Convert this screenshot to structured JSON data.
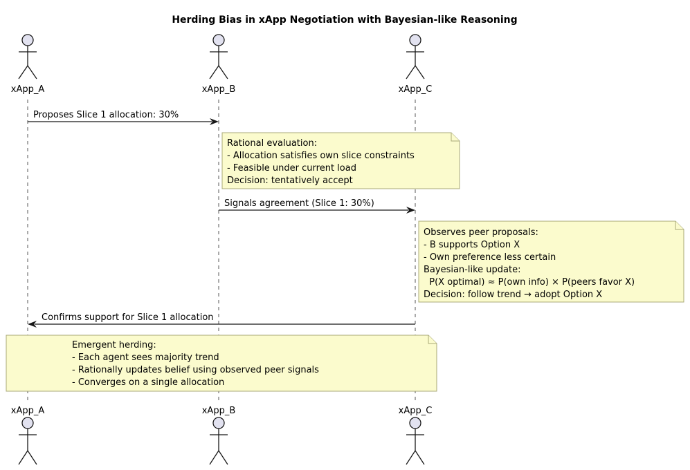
{
  "title": "Herding Bias in xApp Negotiation with Bayesian-like Reasoning",
  "participants": [
    "xApp_A",
    "xApp_B",
    "xApp_C"
  ],
  "messages": [
    "Proposes Slice 1 allocation: 30%",
    "Signals agreement (Slice 1: 30%)",
    "Confirms support for Slice 1 allocation"
  ],
  "notes": [
    [
      "Rational evaluation:",
      "- Allocation satisfies own slice constraints",
      "- Feasible under current load",
      "Decision: tentatively accept"
    ],
    [
      "Observes peer proposals:",
      "- B supports Option X",
      "- Own preference less certain",
      "Bayesian-like update:",
      "  P(X optimal) ≈ P(own info) × P(peers favor X)",
      "Decision: follow trend → adopt Option X"
    ],
    [
      "Emergent herding:",
      "- Each agent sees majority trend",
      "- Rationally updates belief using observed peer signals",
      "- Converges on a single allocation"
    ]
  ],
  "colors": {
    "note_fill": "#fbfbcd",
    "note_border": "#a8a878",
    "actor_fill": "#e2e2f0"
  },
  "icons": {
    "actor": "stick-figure-actor-icon",
    "note_fold": "folded-corner"
  }
}
